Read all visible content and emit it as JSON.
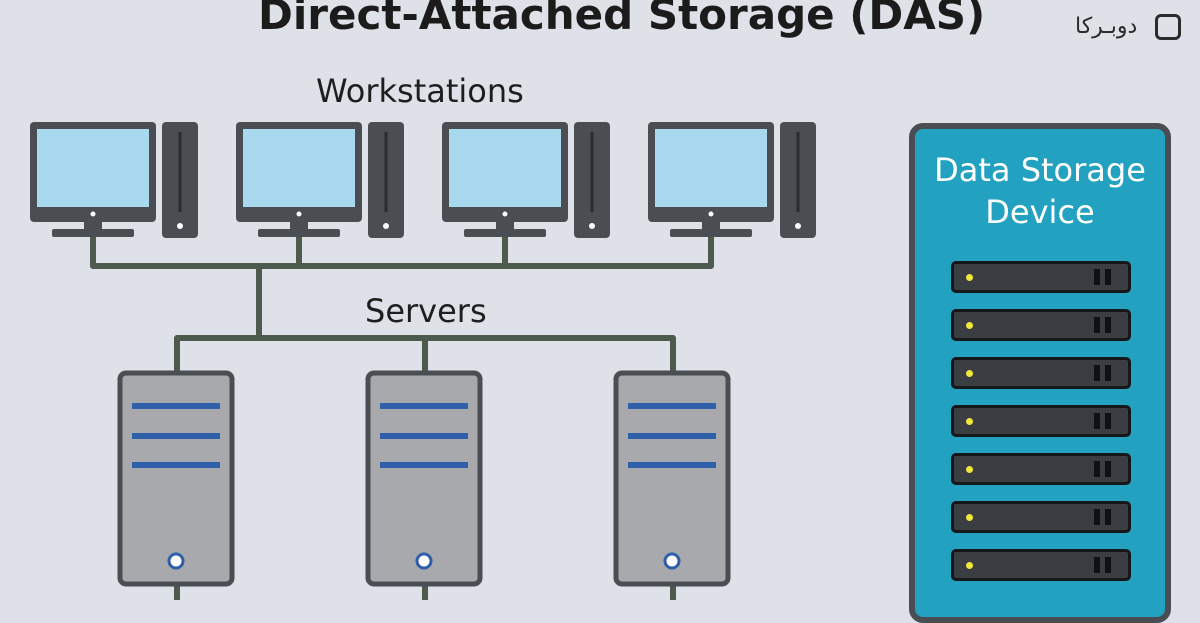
{
  "title": "Direct-Attached Storage (DAS)",
  "labels": {
    "workstations": "Workstations",
    "servers": "Servers",
    "storage_line1": "Data Storage",
    "storage_line2": "Device"
  },
  "logo": {
    "text": "دوبـرکا"
  },
  "counts": {
    "workstations": 4,
    "servers": 3,
    "drives": 7
  },
  "colors": {
    "background": "#dfe1e8",
    "monitor_screen": "#a8d9ef",
    "device_body": "#4a4d52",
    "server_body": "#a7a9ad",
    "server_stripe": "#2e5fa8",
    "storage_panel": "#23a1c0",
    "drive_led": "#f5e53a",
    "cable": "#4e5a4e"
  }
}
